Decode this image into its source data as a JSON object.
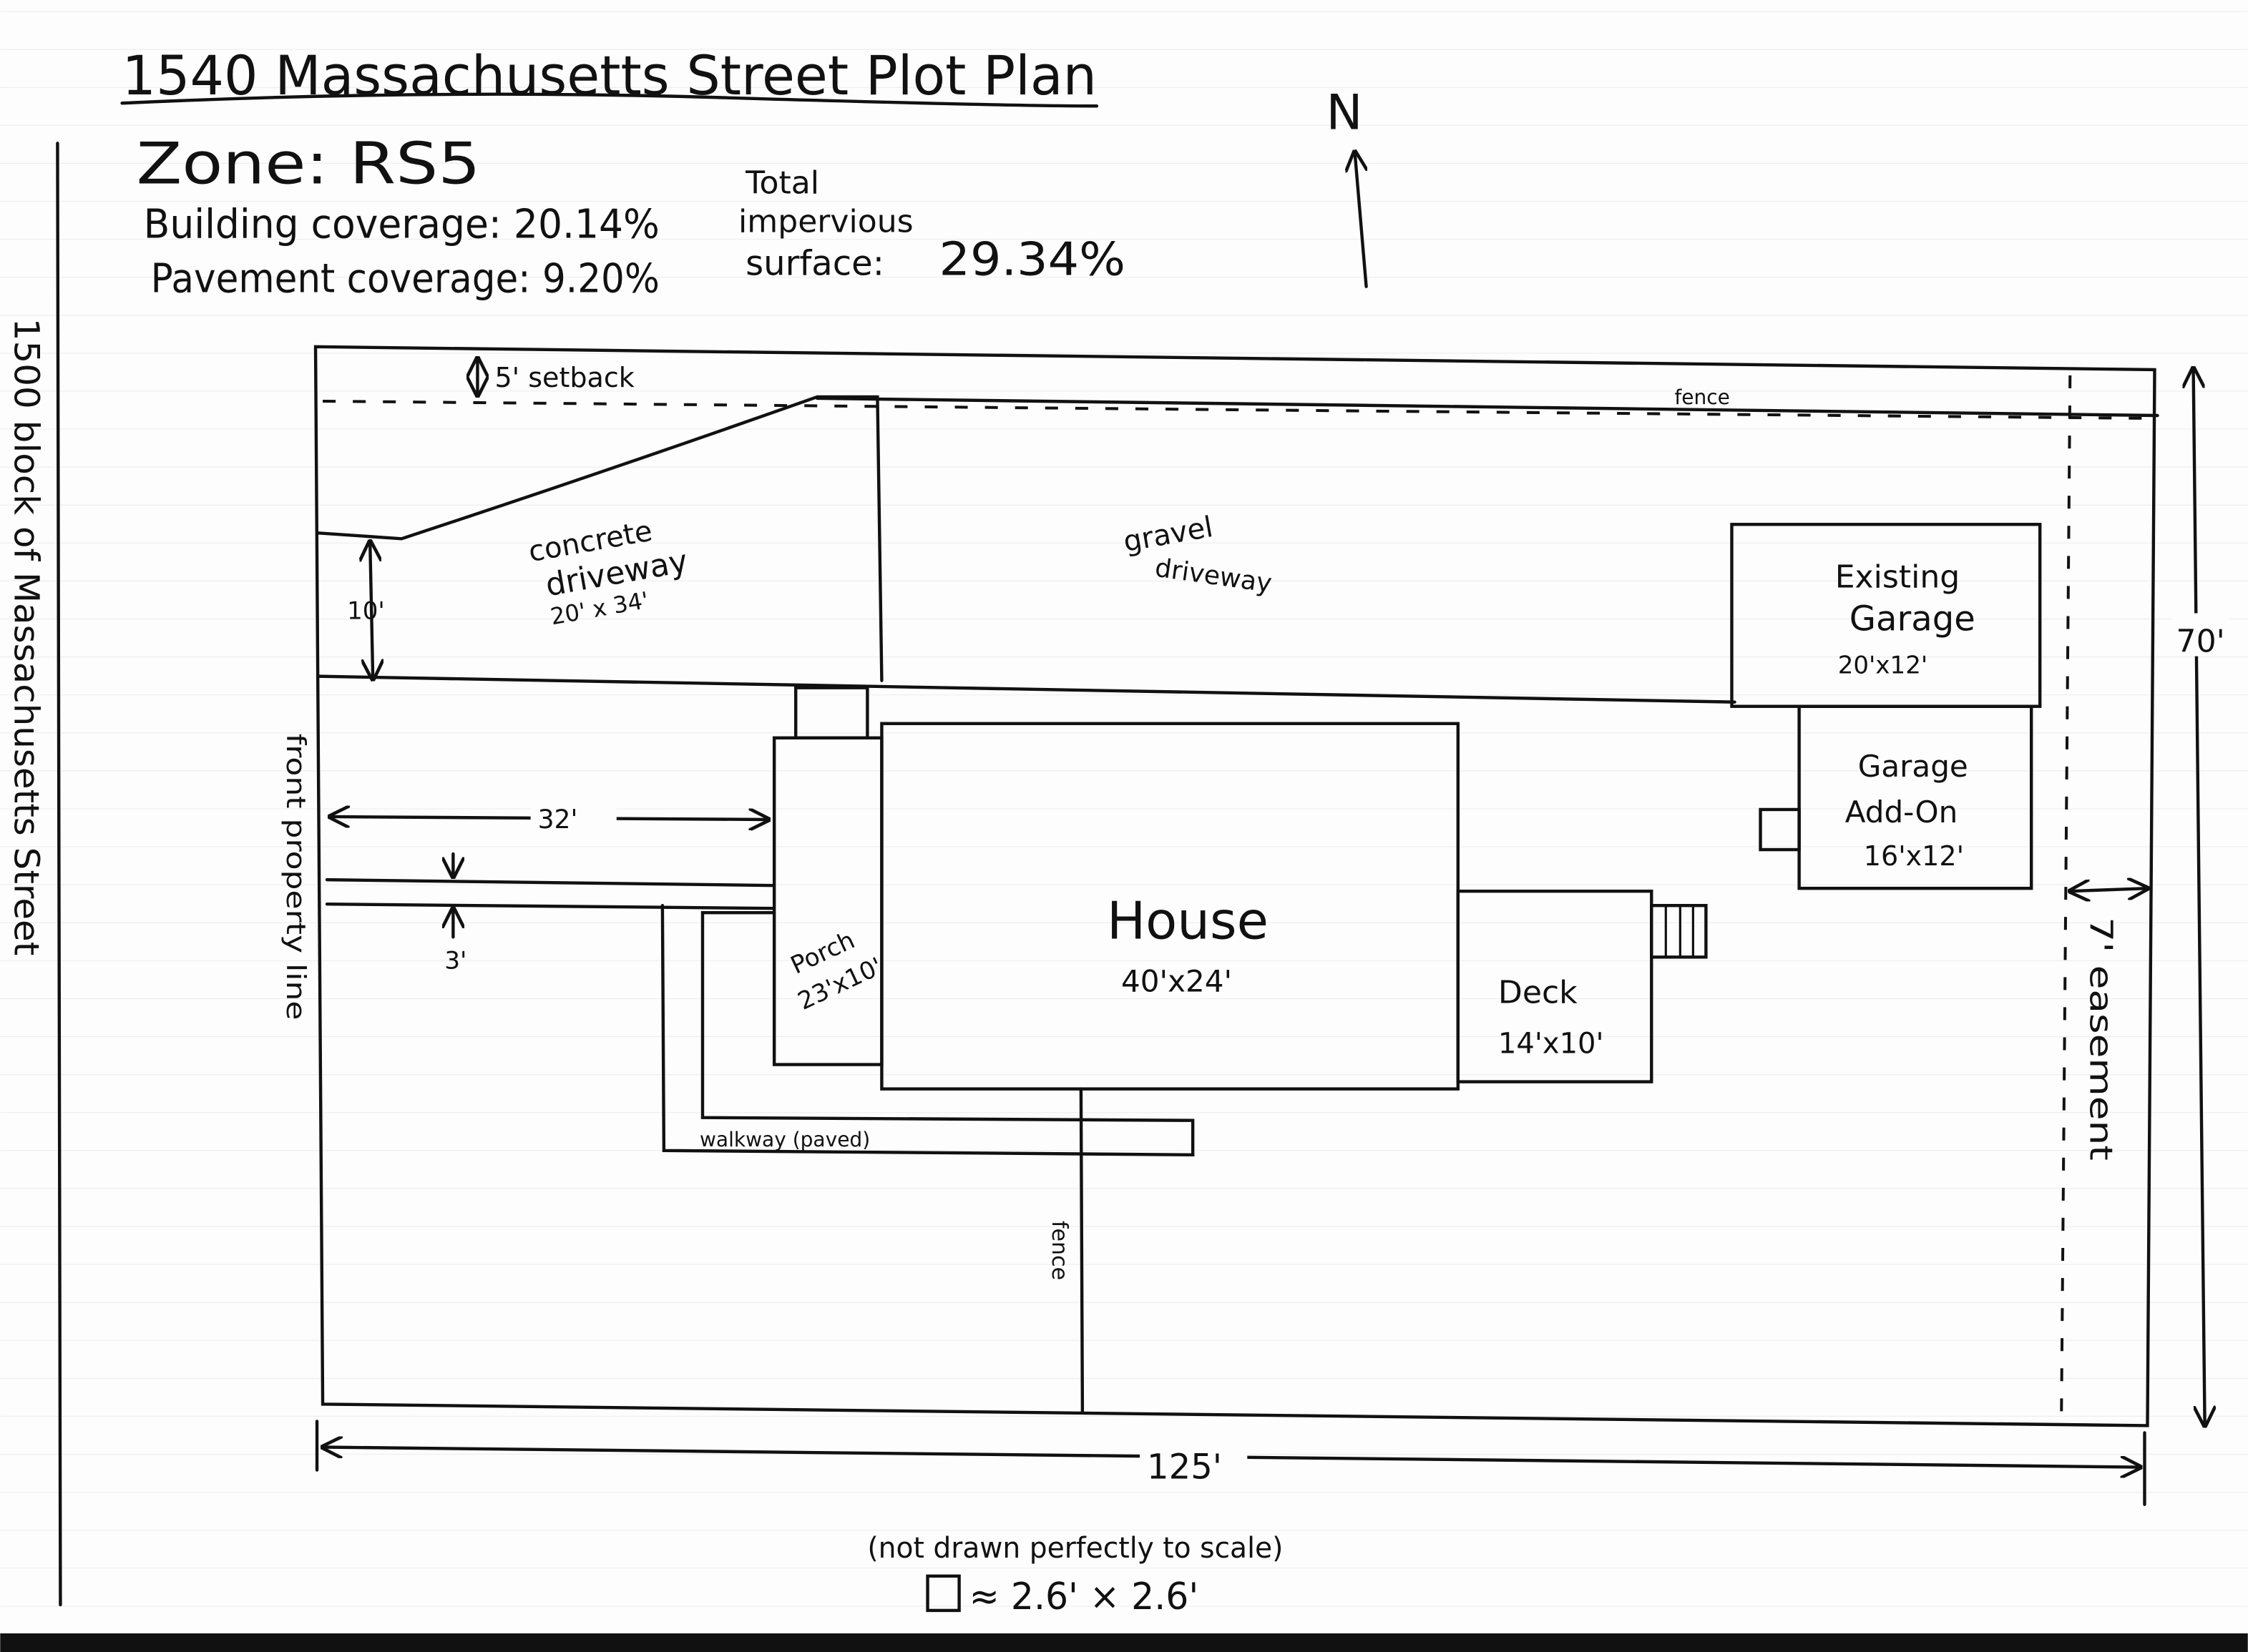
{
  "title": "1540 Massachusetts Street Plot Plan",
  "zone": "Zone: RS5",
  "building_coverage": "Building coverage: 20.14%",
  "pavement_coverage": "Pavement coverage: 9.20%",
  "impervious": {
    "line1": "Total",
    "line2": "impervious",
    "line3": "surface:",
    "value": "29.34%"
  },
  "north": "N",
  "street_label": "1500 block of Massachusetts Street",
  "front_property_line": "front property line",
  "setback": "5' setback",
  "fence_top": "fence",
  "fence_bottom": "fence",
  "concrete_driveway": {
    "name1": "concrete",
    "name2": "driveway",
    "size": "20' x 34'"
  },
  "gravel_driveway": {
    "name1": "gravel",
    "name2": "driveway"
  },
  "existing_garage": {
    "name1": "Existing",
    "name2": "Garage",
    "size": "20'x12'"
  },
  "garage_addon": {
    "name1": "Garage",
    "name2": "Add-On",
    "size": "16'x12'"
  },
  "house": {
    "name": "House",
    "size": "40'x24'"
  },
  "porch": {
    "name": "Porch",
    "size": "23'x10'"
  },
  "deck": {
    "name": "Deck",
    "size": "14'x10'"
  },
  "walkway": "walkway (paved)",
  "dimensions": {
    "d10": "10'",
    "d32": "32'",
    "d3": "3'",
    "d70": "70'",
    "d125": "125'",
    "easement": "7' easement"
  },
  "footer": {
    "note": "(not drawn perfectly to scale)",
    "scale": "≈ 2.6' × 2.6'"
  }
}
